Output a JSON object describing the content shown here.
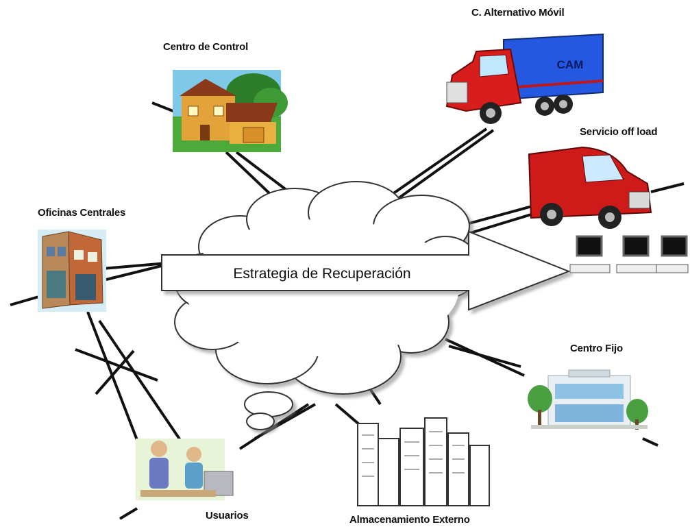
{
  "diagram": {
    "center_label": "Estrategia de Recuperación",
    "nodes": {
      "centro_control": "Centro de Control",
      "alternativo_movil": "C. Alternativo Móvil",
      "truck_text": "CAM",
      "offload": "Servicio off load",
      "oficinas": "Oficinas Centrales",
      "centro_fijo": "Centro Fijo",
      "usuarios": "Usuarios",
      "almacenamiento": "Almacenamiento Externo"
    }
  }
}
